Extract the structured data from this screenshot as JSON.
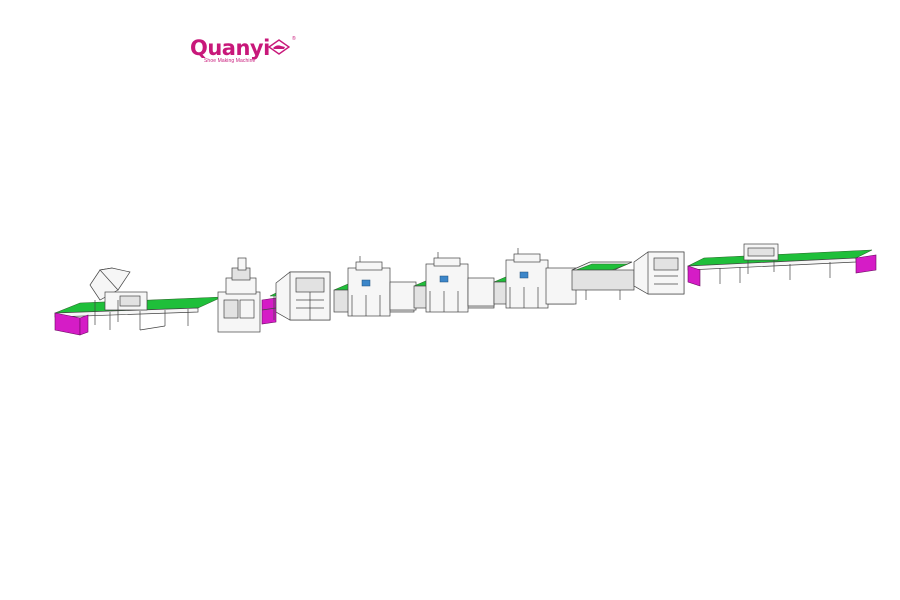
{
  "brand": {
    "name": "Quanyi",
    "tagline": "Shoe Making Machine",
    "registered_mark": "®",
    "accent_color": "#c8187a"
  },
  "diagram": {
    "type": "production-line-illustration",
    "colors": {
      "conveyor_belt": "#1fbf3a",
      "end_module": "#d51cc6",
      "line_art": "#444444",
      "machine_fill": "#f6f6f6",
      "screen": "#3c86c9"
    }
  }
}
